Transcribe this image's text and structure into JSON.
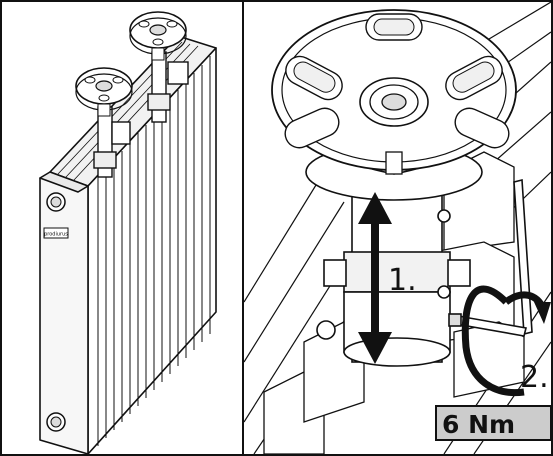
{
  "radiator": {
    "brand": "prodiurus"
  },
  "steps": {
    "step1": "1.",
    "step2": "2."
  },
  "torque": {
    "value": "6 Nm"
  },
  "colors": {
    "line": "#111111",
    "fill": "#ffffff",
    "shade": "#e6e6e6",
    "badge": "#cccccc"
  }
}
